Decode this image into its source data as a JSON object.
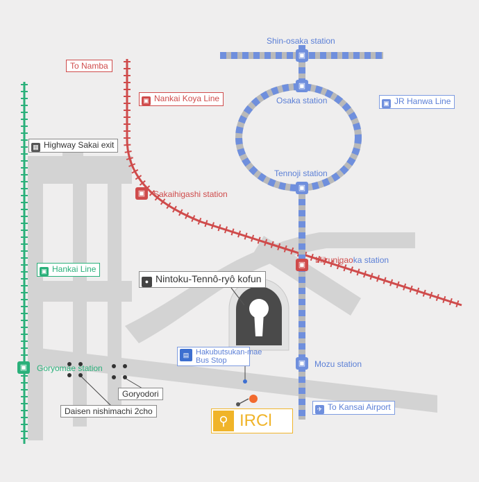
{
  "labels": {
    "shin_osaka": "Shin-osaka station",
    "osaka": "Osaka station",
    "tennoji": "Tennoji station",
    "jr_hanwa": "JR Hanwa Line",
    "mikunigaoka_a": "Mikunigao",
    "mikunigaoka_b": "ka station",
    "mozu": "Mozu station",
    "to_kansai": "To Kansai Airport",
    "to_namba": "To Namba",
    "nankai_koya": "Nankai Koya Line",
    "sakaihigashi": "Sakaihigashi station",
    "highway_exit": "Highway Sakai exit",
    "hankai_line": "Hankai Line",
    "goryomae": "Goryomae station",
    "kofun": "Nintoku-Tennô-ryô kofun",
    "bus_stop_line1": "Hakubutsukan-mae",
    "bus_stop_line2": "Bus Stop",
    "goryodori": "Goryodori",
    "daisen": "Daisen nishimachi 2cho",
    "ircl": "IRCl"
  },
  "colors": {
    "jr_line": "#6f8fdd",
    "nankai": "#cf4b4b",
    "hankai": "#2ab07a",
    "road": "#d2d2d2",
    "background": "#efeeee",
    "kofun": "#4a4a4a",
    "ircl_accent": "#f0b429",
    "pin_orange": "#f26a2e"
  },
  "icons": {
    "train": "train-icon",
    "highway": "highway-icon",
    "tram": "tram-icon",
    "kofun": "keyhole-icon",
    "bus": "bus-icon",
    "airplane": "airplane-icon",
    "location_pin": "location-pin-icon"
  }
}
